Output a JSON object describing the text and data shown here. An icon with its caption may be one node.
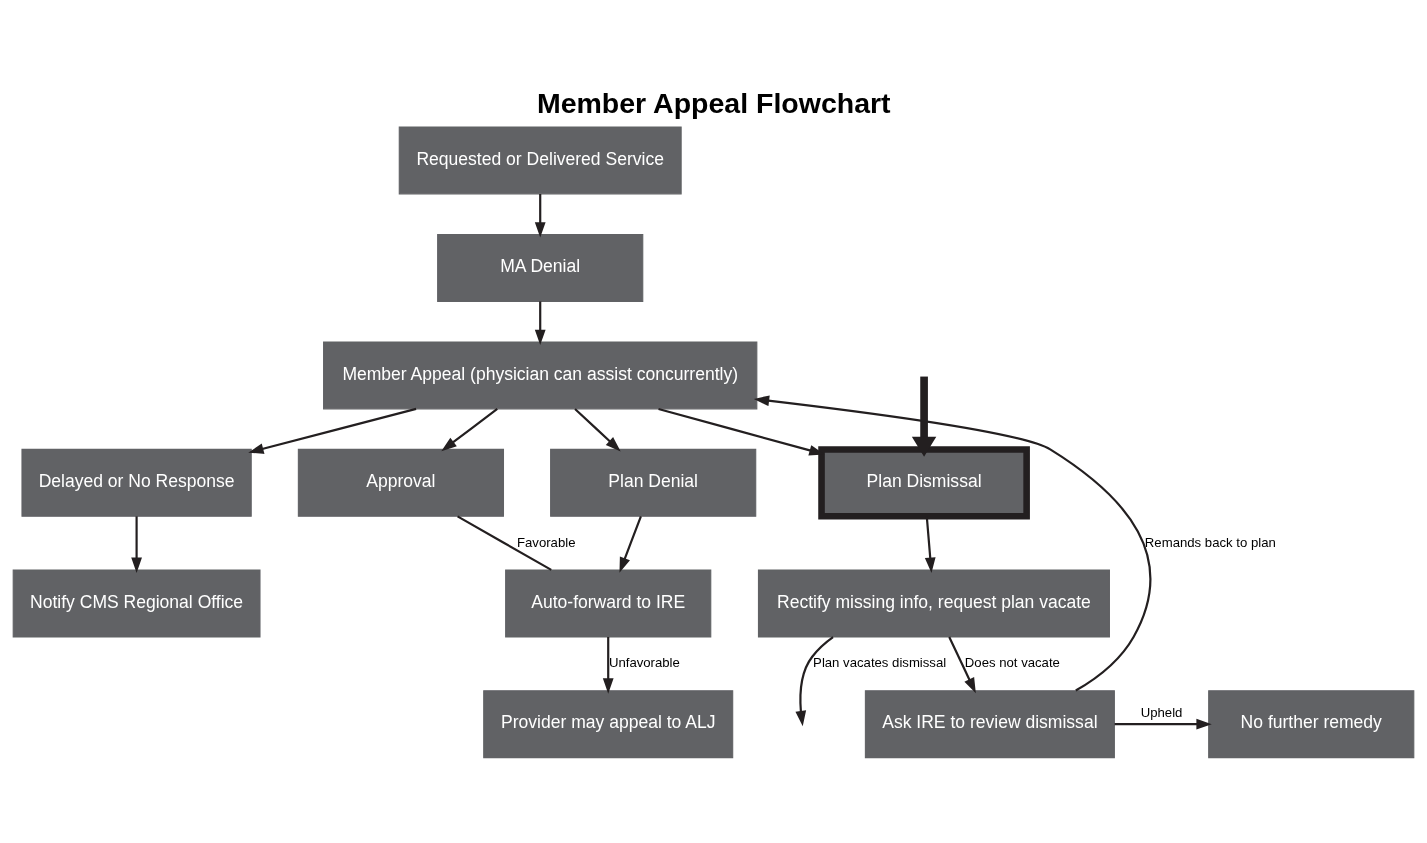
{
  "diagram": {
    "title": "Member Appeal Flowchart",
    "nodes": [
      {
        "text": [
          "Requested or Delivered Service"
        ]
      },
      {
        "text": [
          "MA Denial"
        ]
      },
      {
        "text": [
          "Member Appeal (physician can assist concurrently)"
        ]
      },
      {
        "text": [
          "Approval"
        ]
      },
      {
        "text": [
          "Plan Denial"
        ]
      },
      {
        "text": [
          "Plan Dismissal"
        ]
      },
      {
        "text": [
          "Delayed or No Response"
        ]
      },
      {
        "text": [
          "Auto-forward to IRE"
        ]
      },
      {
        "text": [
          "Rectify missing info, request plan vacate"
        ]
      },
      {
        "text": [
          "Notify CMS Regional Office"
        ]
      },
      {
        "text": [
          "Provider may appeal to ALJ"
        ]
      },
      {
        "text": [
          "Ask IRE to review dismissal"
        ]
      },
      {
        "text": [
          "No further remedy"
        ]
      }
    ],
    "edges": [
      {
        "from": 0,
        "to": 1,
        "arrow": "to"
      },
      {
        "from": 1,
        "to": 2,
        "arrow": "to"
      },
      {
        "from": 2,
        "to": 3,
        "arrow": "to"
      },
      {
        "from": 2,
        "to": 4,
        "arrow": "to"
      },
      {
        "from": 2,
        "to": 5,
        "arrow": "to"
      },
      {
        "from": 2,
        "to": 6,
        "arrow": "to"
      },
      {
        "from": null,
        "to": 5,
        "arrow": "to",
        "style": "thick"
      },
      {
        "from": 4,
        "to": 7,
        "arrow": "to"
      },
      {
        "from": 7,
        "to": 3,
        "arrow": "none",
        "label": "Favorable"
      },
      {
        "from": 5,
        "to": 8,
        "arrow": "to"
      },
      {
        "from": 8,
        "to": null,
        "arrow": "to",
        "label": "Plan vacates dismissal"
      },
      {
        "from": 6,
        "to": 9,
        "arrow": "to"
      },
      {
        "from": 7,
        "to": 10,
        "arrow": "to",
        "label": "Unfavorable"
      },
      {
        "from": 8,
        "to": 11,
        "arrow": "to",
        "label": "Does not vacate"
      },
      {
        "from": 11,
        "to": 2,
        "arrow": "to",
        "label": "Remands back to plan"
      },
      {
        "from": 11,
        "to": 12,
        "arrow": "to",
        "label": "Upheld"
      }
    ]
  }
}
